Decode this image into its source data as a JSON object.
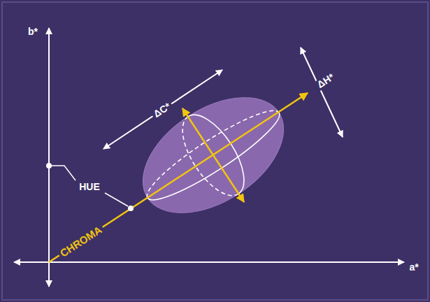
{
  "diagram": {
    "labels": [
      "b*",
      "ΔC*",
      "ΔH*",
      "HUE",
      "CHROMA",
      "a*"
    ]
  }
}
